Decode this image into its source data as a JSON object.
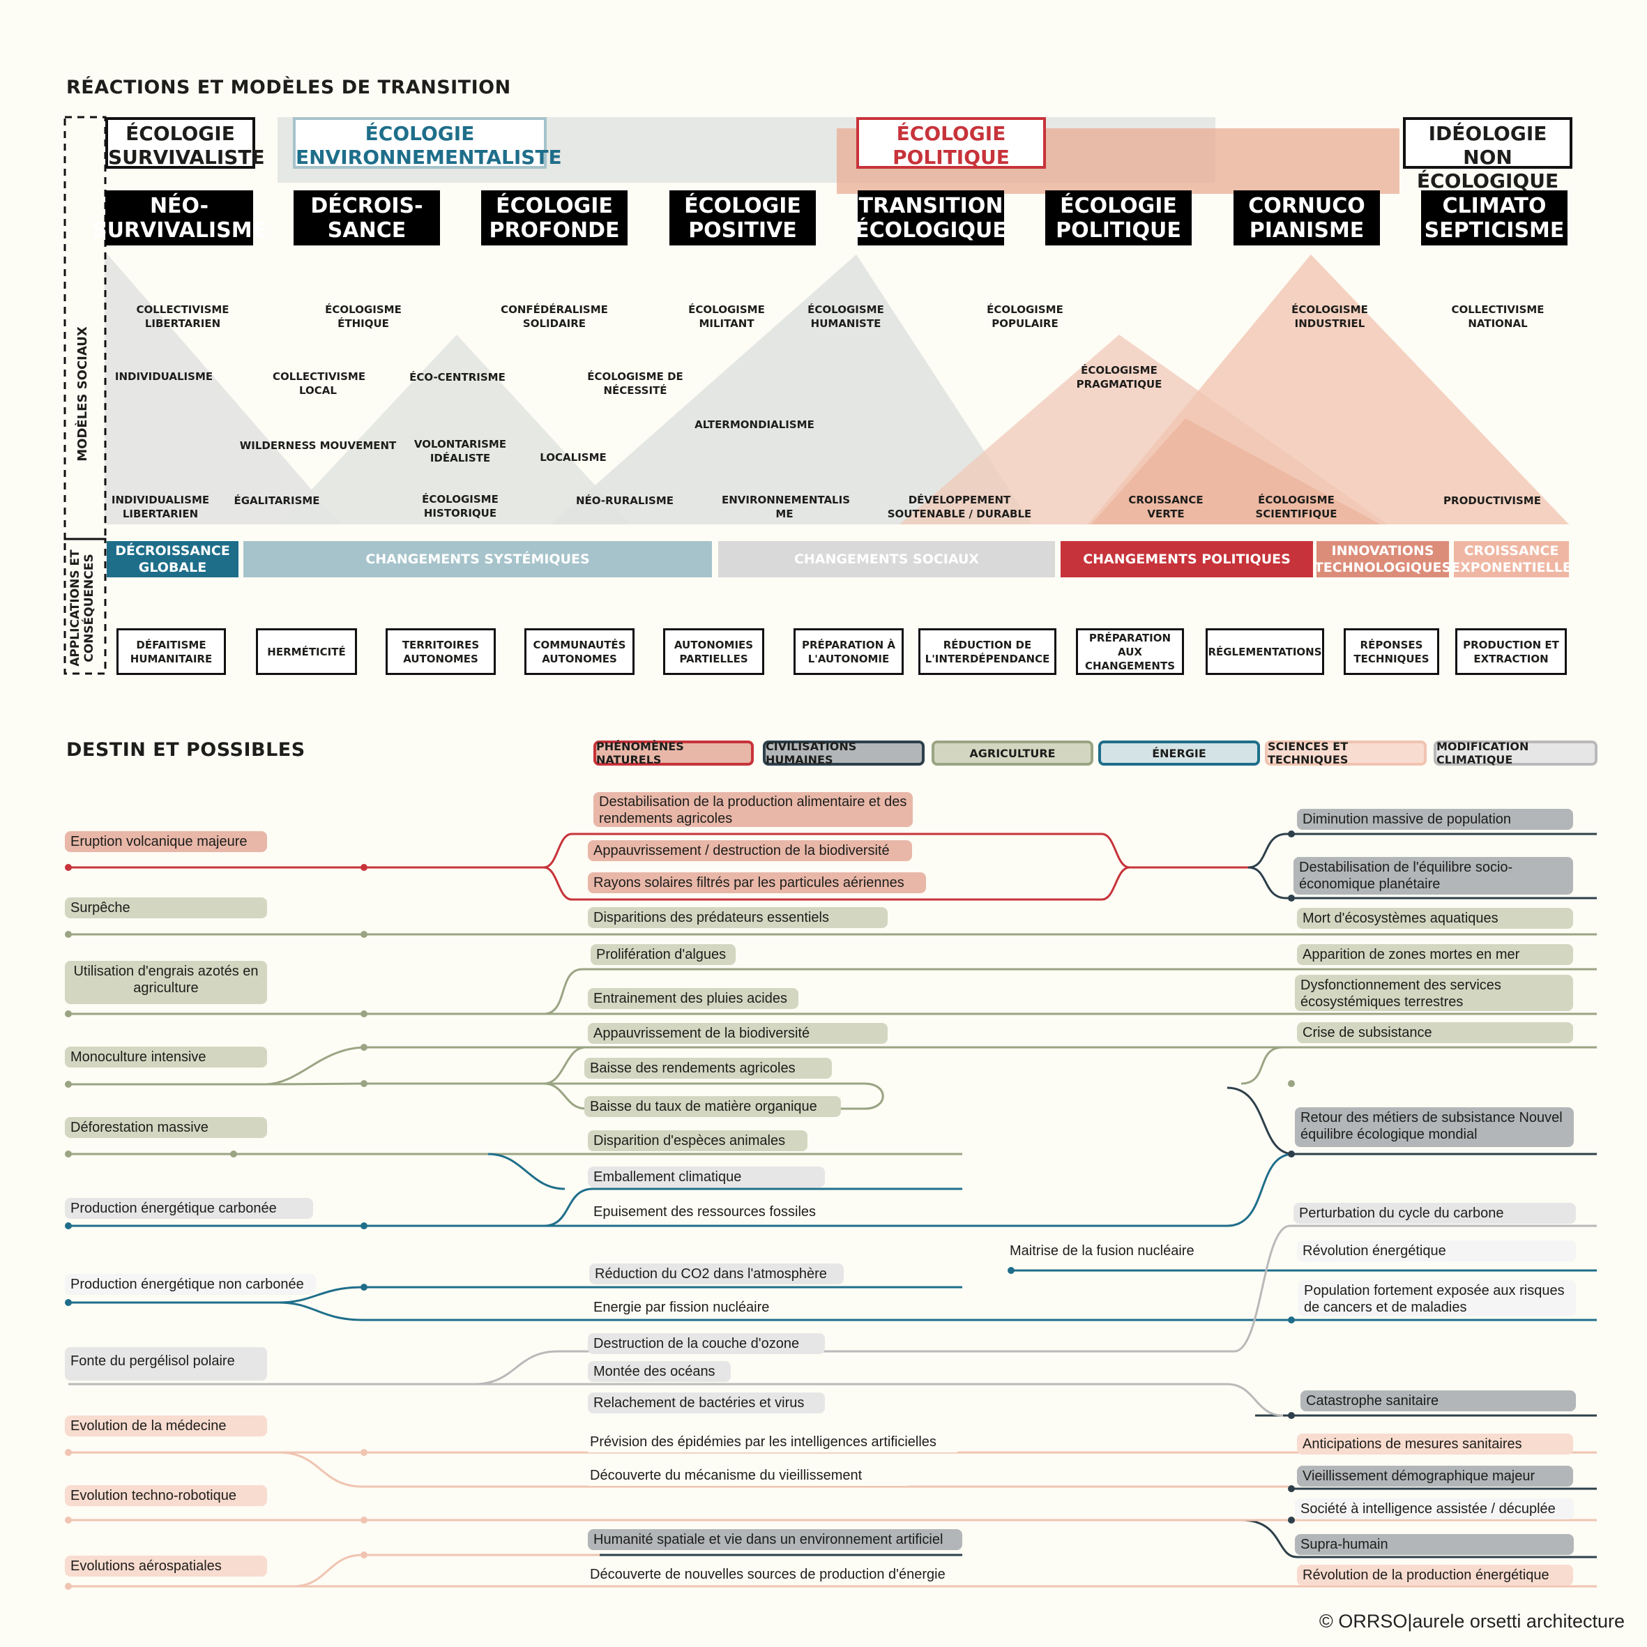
{
  "section1": {
    "title": "RÉACTIONS ET MODÈLES DE TRANSITION",
    "side_labels": {
      "models": "MODÈLES SOCIAUX",
      "applications": "APPLICATIONS ET CONSÉQUENCES"
    },
    "categories": [
      "ÉCOLOGIE SURVIVALISTE",
      "ÉCOLOGIE ENVIRONNEMENTALISTE",
      "ÉCOLOGIE POLITIQUE",
      "IDÉOLOGIE NON ÉCOLOGIQUE"
    ],
    "families": [
      "NÉO-SURVIVALISME",
      "DÉCROIS-SANCE",
      "ÉCOLOGIE PROFONDE",
      "ÉCOLOGIE POSITIVE",
      "TRANSITION ÉCOLOGIQUE",
      "ÉCOLOGIE POLITIQUE",
      "CORNUCO PIANISME",
      "CLIMATO SEPTICISME"
    ],
    "models": [
      "COLLECTIVISME LIBERTARIEN",
      "ÉCOLOGISME ÉTHIQUE",
      "CONFÉDÉRALISME SOLIDAIRE",
      "ÉCOLOGISME MILITANT",
      "ÉCOLOGISME HUMANISTE",
      "ÉCOLOGISME POPULAIRE",
      "ÉCOLOGISME INDUSTRIEL",
      "COLLECTIVISME NATIONAL",
      "INDIVIDUALISME",
      "COLLECTIVISME LOCAL",
      "ÉCO-CENTRISME",
      "ÉCOLOGISME DE NÉCESSITÉ",
      "ÉCOLOGISME PRAGMATIQUE",
      "ALTERMONDIALISME",
      "WILDERNESS MOUVEMENT",
      "VOLONTARISME IDÉALISTE",
      "LOCALISME",
      "INDIVIDUALISME LIBERTARIEN",
      "ÉGALITARISME",
      "ÉCOLOGISME HISTORIQUE",
      "NÉO-RURALISME",
      "ENVIRONNEMENTALIS ME",
      "DÉVELOPPEMENT SOUTENABLE / DURABLE",
      "CROISSANCE VERTE",
      "ÉCOLOGISME SCIENTIFIQUE",
      "PRODUCTIVISME"
    ],
    "bands": [
      {
        "label": "DÉCROISSANCE GLOBALE",
        "color": "#1e6e8a"
      },
      {
        "label": "CHANGEMENTS SYSTÉMIQUES",
        "color": "#a6c3cb"
      },
      {
        "label": "CHANGEMENTS SOCIAUX",
        "color": "#d9d9d9"
      },
      {
        "label": "CHANGEMENTS POLITIQUES",
        "color": "#c7333a"
      },
      {
        "label": "INNOVATIONS TECHNOLOGIQUES",
        "color": "#dc8d79"
      },
      {
        "label": "CROISSANCE EXPONENTIELLE",
        "color": "#efb7a3"
      }
    ],
    "consequences": [
      "DÉFAITISME HUMANITAIRE",
      "HERMÉTICITÉ",
      "TERRITOIRES AUTONOMES",
      "COMMUNAUTÉS AUTONOMES",
      "AUTONOMIES PARTIELLES",
      "PRÉPARATION À L'AUTONOMIE",
      "RÉDUCTION DE L'INTERDÉPENDANCE",
      "PRÉPARATION AUX CHANGEMENTS",
      "RÉGLEMENTATIONS",
      "RÉPONSES TECHNIQUES",
      "PRODUCTION ET EXTRACTION"
    ]
  },
  "section2": {
    "title": "DESTIN ET POSSIBLES",
    "legend": [
      {
        "label": "PHÉNOMÈNES NATURELS",
        "bg": "#e8b7a8",
        "border": "#c7333a"
      },
      {
        "label": "CIVILISATIONS HUMAINES",
        "bg": "#b2b6b8",
        "border": "#2d3f4a"
      },
      {
        "label": "AGRICULTURE",
        "bg": "#d3d7c1",
        "border": "#9aa483"
      },
      {
        "label": "ÉNERGIE",
        "bg": "#d4e3e6",
        "border": "#1e6e8a"
      },
      {
        "label": "SCIENCES ET TECHNIQUES",
        "bg": "#f8dccf",
        "border": "#f0c4b1"
      },
      {
        "label": "MODIFICATION CLIMATIQUE",
        "bg": "#e6e6e6",
        "border": "#b9b9b9"
      }
    ],
    "causes": [
      "Eruption volcanique majeure",
      "Surpêche",
      "Utilisation d'engrais azotés en agriculture",
      "Monoculture intensive",
      "Déforestation massive",
      "Production énergétique carbonée",
      "Production énergétique non carbonée",
      "Fonte du pergélisol polaire",
      "Evolution de la médecine",
      "Evolution techno-robotique",
      "Evolutions aérospatiales"
    ],
    "effects": [
      "Destabilisation de la production alimentaire et des rendements agricoles",
      "Appauvrissement / destruction de la biodiversité",
      "Rayons solaires filtrés par les particules aériennes",
      "Disparitions des prédateurs essentiels",
      "Prolifération d'algues",
      "Entrainement des pluies acides",
      "Appauvrissement de la biodiversité",
      "Baisse des rendements agricoles",
      "Baisse du taux de matière organique",
      "Disparition d'espèces animales",
      "Emballement climatique",
      "Epuisement des ressources fossiles",
      "Maitrise de la fusion nucléaire",
      "Réduction du CO2 dans l'atmosphère",
      "Energie par fission nucléaire",
      "Destruction de la couche d'ozone",
      "Montée des océans",
      "Relachement de bactéries et virus",
      "Prévision des épidémies par les intelligences artificielles",
      "Découverte du mécanisme du vieillissement",
      "Humanité spatiale et vie dans un environnement artificiel",
      "Découverte de nouvelles sources de production d'énergie"
    ],
    "outcomes": [
      "Diminution massive de population",
      "Destabilisation de l'équilibre socio-économique planétaire",
      "Mort d'écosystèmes aquatiques",
      "Apparition de zones mortes en mer",
      "Dysfonctionnement des services écosystémiques terrestres",
      "Crise de subsistance",
      "Retour des métiers de subsistance Nouvel équilibre écologique mondial",
      "Perturbation du cycle du carbone",
      "Révolution énergétique",
      "Population fortement exposée aux risques de cancers et de maladies",
      "Catastrophe sanitaire",
      "Anticipations de mesures sanitaires",
      "Vieillissement démographique majeur",
      "Société à intelligence assistée / décuplée",
      "Supra-humain",
      "Révolution de la production énergétique"
    ]
  },
  "copyright": "© ORRSO|aurele orsetti architecture"
}
